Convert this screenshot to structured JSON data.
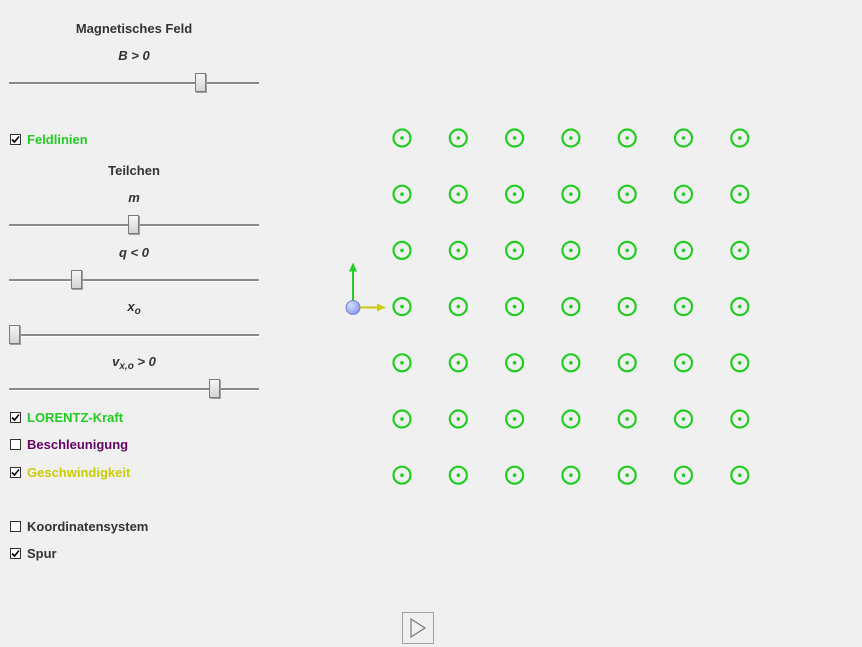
{
  "magnetic_field": {
    "title": "Magnetisches Feld",
    "label": "B > 0",
    "slider_value": 0.78
  },
  "field_lines": {
    "label": "Feldlinien",
    "checked": true,
    "color": "#22cc22"
  },
  "particle": {
    "title": "Teilchen",
    "mass": {
      "label": "m",
      "slider_value": 0.5
    },
    "charge": {
      "label": "q < 0",
      "slider_value": 0.26
    },
    "x0": {
      "label_main": "x",
      "label_sub": "o",
      "slider_value": 0.0
    },
    "vx0": {
      "label_main": "v",
      "label_sub": "x,o",
      "label_suffix": " > 0",
      "slider_value": 0.84
    }
  },
  "options": [
    {
      "id": "lorentz",
      "label": "LORENTZ-Kraft",
      "checked": true,
      "color": "#22cc22"
    },
    {
      "id": "acceleration",
      "label": "Beschleunigung",
      "checked": false,
      "color": "#660066"
    },
    {
      "id": "velocity",
      "label": "Geschwindigkeit",
      "checked": true,
      "color": "#cccc00"
    },
    {
      "id": "coords",
      "label": "Koordinatensystem",
      "checked": false,
      "color": "#333333"
    },
    {
      "id": "trace",
      "label": "Spur",
      "checked": true,
      "color": "#333333"
    }
  ],
  "field_grid": {
    "rows": 7,
    "cols": 7,
    "symbol": "out-of-page",
    "color": "#22cc22"
  },
  "vectors": {
    "force_color": "#22cc22",
    "velocity_color": "#cccc00",
    "particle_color": "#8899ee"
  },
  "play_button": {
    "icon": "play-icon"
  }
}
